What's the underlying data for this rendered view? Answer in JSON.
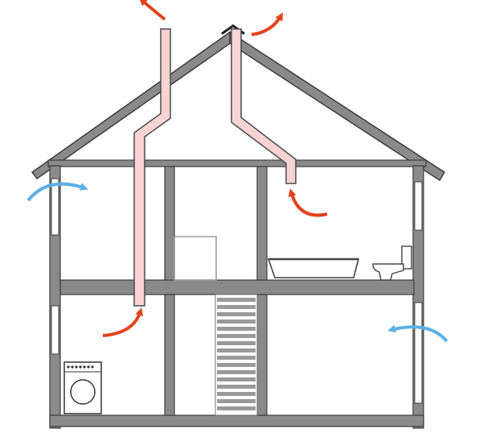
{
  "figure": {
    "caption": "",
    "subject": "passive-stack-ventilation-house-cross-section"
  },
  "colors": {
    "wall": "#8a8a8a",
    "wall_outline": "#3c3c3c",
    "duct_fill": "#f7d3d3",
    "duct_outline": "#4a4a4a",
    "exhaust_arrow": "#e2431b",
    "intake_arrow": "#5bb0e6",
    "stair_tread": "#9a9a9a",
    "background": "#ffffff"
  },
  "airflow": [
    {
      "id": "exhaust-chimney-top",
      "kind": "exhaust",
      "color": "exhaust"
    },
    {
      "id": "exhaust-roof-vent",
      "kind": "exhaust",
      "color": "exhaust"
    },
    {
      "id": "extract-bathroom",
      "kind": "extract",
      "color": "exhaust"
    },
    {
      "id": "extract-ground-floor",
      "kind": "extract",
      "color": "exhaust"
    },
    {
      "id": "intake-upper-left",
      "kind": "intake",
      "color": "intake"
    },
    {
      "id": "intake-lower-right",
      "kind": "intake",
      "color": "intake"
    }
  ],
  "icons": [
    "washing-machine-icon",
    "bathtub-icon",
    "toilet-icon",
    "staircase-icon"
  ]
}
